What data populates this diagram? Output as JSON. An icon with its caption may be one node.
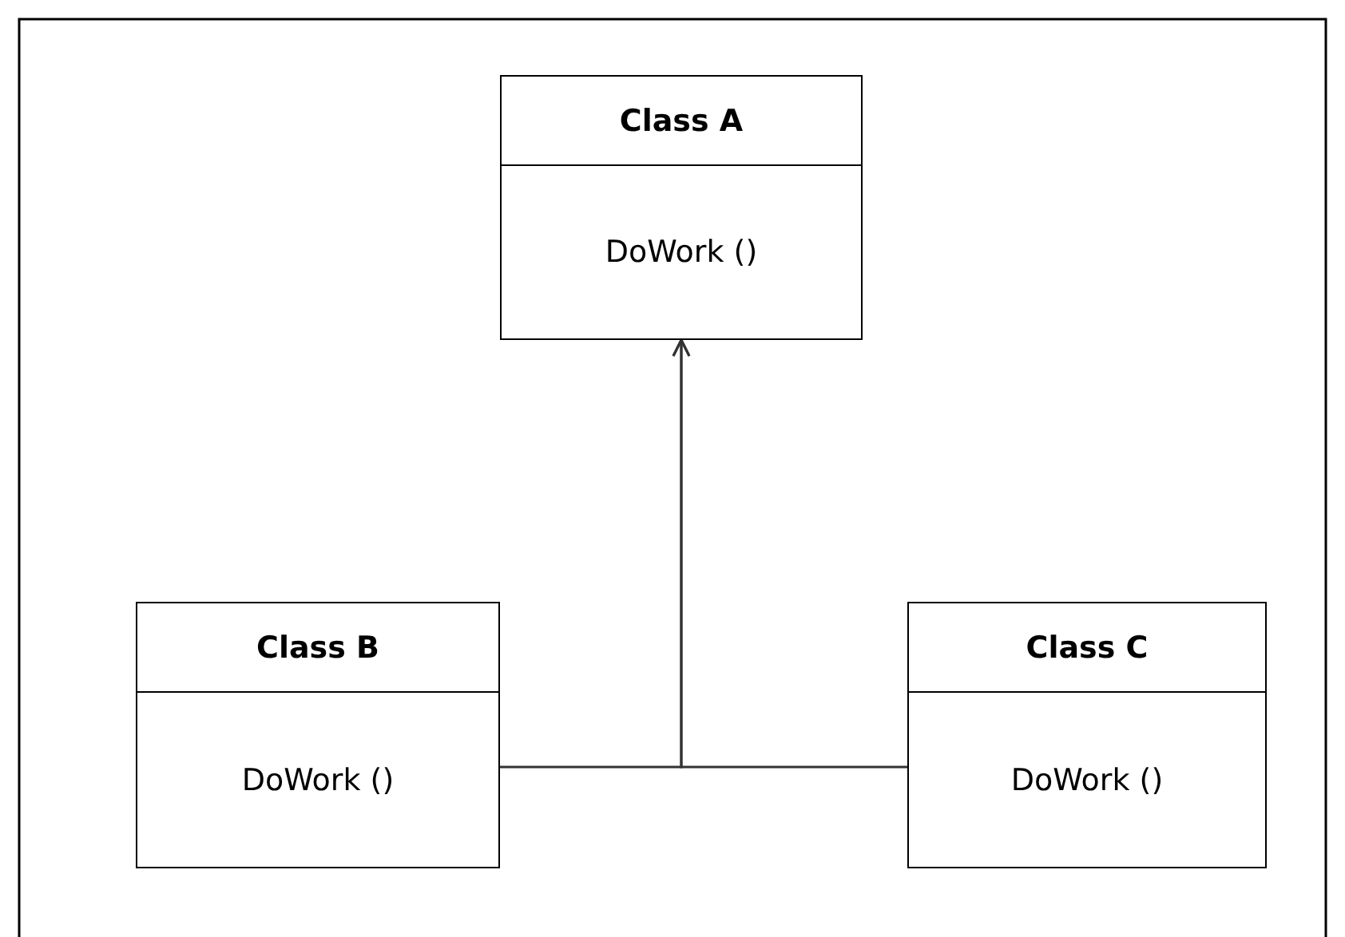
{
  "diagram": {
    "nodes": [
      {
        "text": [
          "Class A",
          "DoWork ()"
        ]
      },
      {
        "text": [
          "Class B",
          "DoWork ()"
        ]
      },
      {
        "text": [
          "Class C",
          "DoWork ()"
        ]
      }
    ],
    "edges": [
      {
        "from": 1,
        "to": 0,
        "arrow": "to"
      },
      {
        "from": 2,
        "to": 0,
        "arrow": "to"
      }
    ]
  }
}
